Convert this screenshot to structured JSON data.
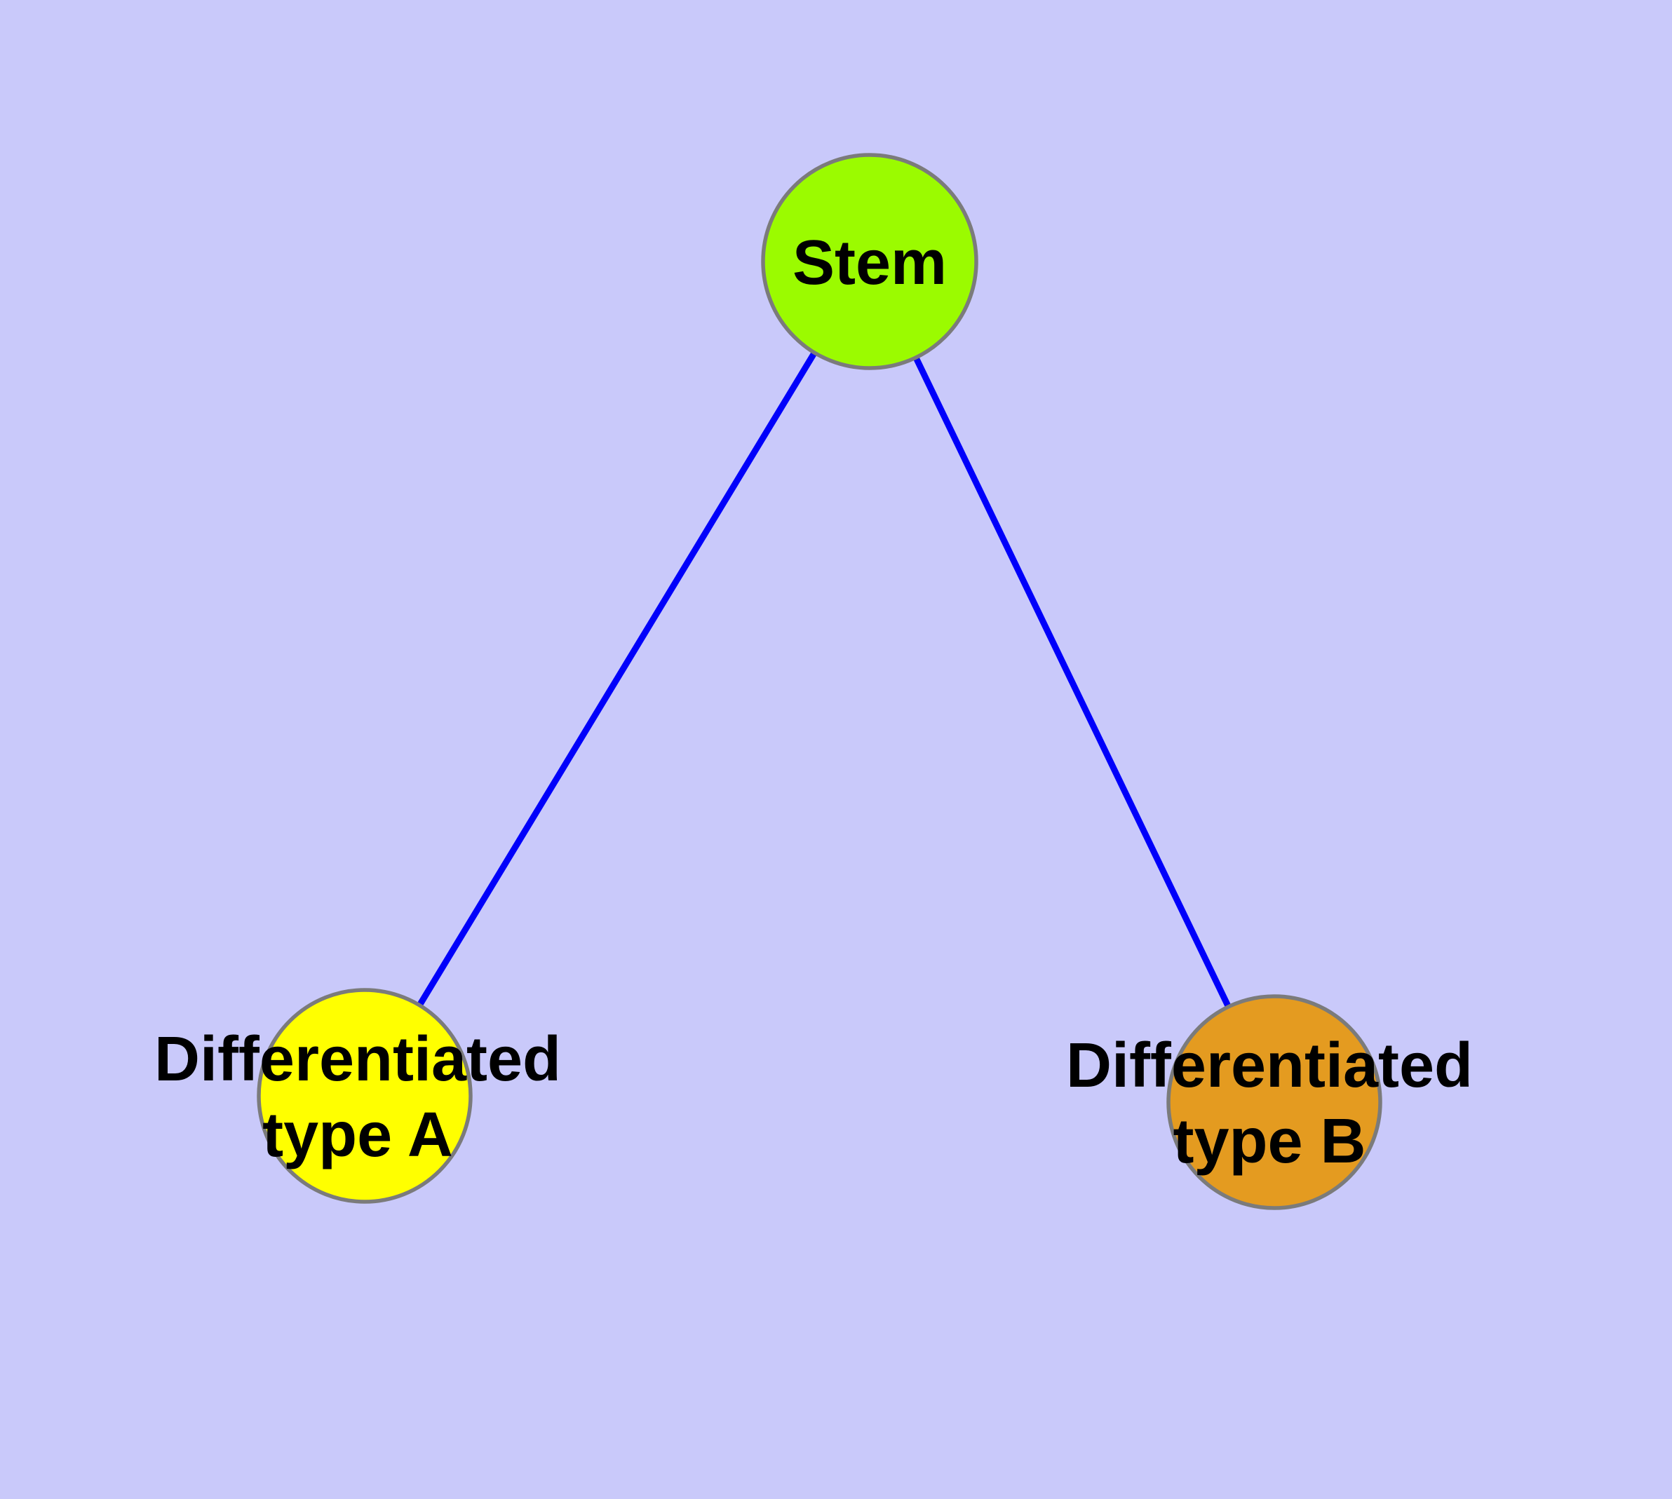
{
  "diagram": {
    "background_color": "#C9C9FA",
    "edge_color": "#0000FA",
    "node_border_color": "#7B7B7B",
    "label_text_color": "#000000",
    "nodes": {
      "stem": {
        "label": "Stem",
        "fill": "#9BFB00"
      },
      "type_a": {
        "label_line1": "Differentiated",
        "label_line2": "type A",
        "fill": "#FFFF00"
      },
      "type_b": {
        "label_line1": "Differentiated",
        "label_line2": "type B",
        "fill": "#E49B20"
      }
    },
    "edges": [
      {
        "from": "Stem",
        "to": "Differentiated type A"
      },
      {
        "from": "Stem",
        "to": "Differentiated type B"
      }
    ]
  }
}
